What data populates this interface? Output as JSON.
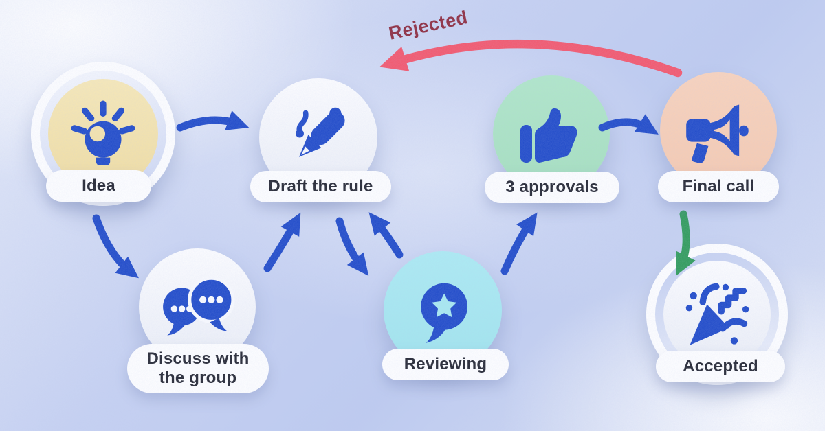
{
  "diagram": {
    "description": "Rule-making process flow diagram",
    "nodes": [
      {
        "id": "idea",
        "label": "Idea",
        "icon": "lightbulb-icon",
        "circle_color": "#F5E4AA",
        "ring": true
      },
      {
        "id": "draft",
        "label": "Draft the rule",
        "icon": "pen-icon",
        "circle_color": "#FFFFFF",
        "ring": false
      },
      {
        "id": "discuss",
        "label": "Discuss with the group",
        "icon": "chat-bubbles-icon",
        "circle_color": "#FFFFFF",
        "ring": false
      },
      {
        "id": "reviewing",
        "label": "Reviewing",
        "icon": "star-bubble-icon",
        "circle_color": "#A7E9F0",
        "ring": false
      },
      {
        "id": "approvals",
        "label": "3 approvals",
        "icon": "thumbs-up-icon",
        "circle_color": "#ABE4C3",
        "ring": false
      },
      {
        "id": "final",
        "label": "Final call",
        "icon": "megaphone-icon",
        "circle_color": "#F9CFB6",
        "ring": false
      },
      {
        "id": "accepted",
        "label": "Accepted",
        "icon": "party-popper-icon",
        "circle_color": "#FFFFFF",
        "ring": true
      }
    ],
    "edges": [
      {
        "from": "Idea",
        "to": "Draft the rule",
        "color": "#1E49C8"
      },
      {
        "from": "Idea",
        "to": "Discuss with the group",
        "color": "#1E49C8"
      },
      {
        "from": "Discuss with the group",
        "to": "Draft the rule",
        "color": "#1E49C8"
      },
      {
        "from": "Draft the rule",
        "to": "Reviewing",
        "color": "#1E49C8"
      },
      {
        "from": "Reviewing",
        "to": "Draft the rule",
        "color": "#1E49C8"
      },
      {
        "from": "Reviewing",
        "to": "3 approvals",
        "color": "#1E49C8"
      },
      {
        "from": "3 approvals",
        "to": "Final call",
        "color": "#1E49C8"
      },
      {
        "from": "Final call",
        "to": "Accepted",
        "color": "#2F9B59"
      },
      {
        "from": "Final call",
        "to": "Draft the rule",
        "color": "#F4566B",
        "label": "Rejected"
      }
    ]
  },
  "annotations": {
    "rejected_label": "Rejected",
    "rejected_text_color": "#8E2A3C"
  },
  "colors": {
    "arrow_blue": "#1E49C8",
    "arrow_green": "#2F9B59",
    "arrow_red": "#F4566B",
    "icon_blue": "#1E49C8",
    "label_text": "#232530",
    "background_tint": "#C3CEF0"
  }
}
